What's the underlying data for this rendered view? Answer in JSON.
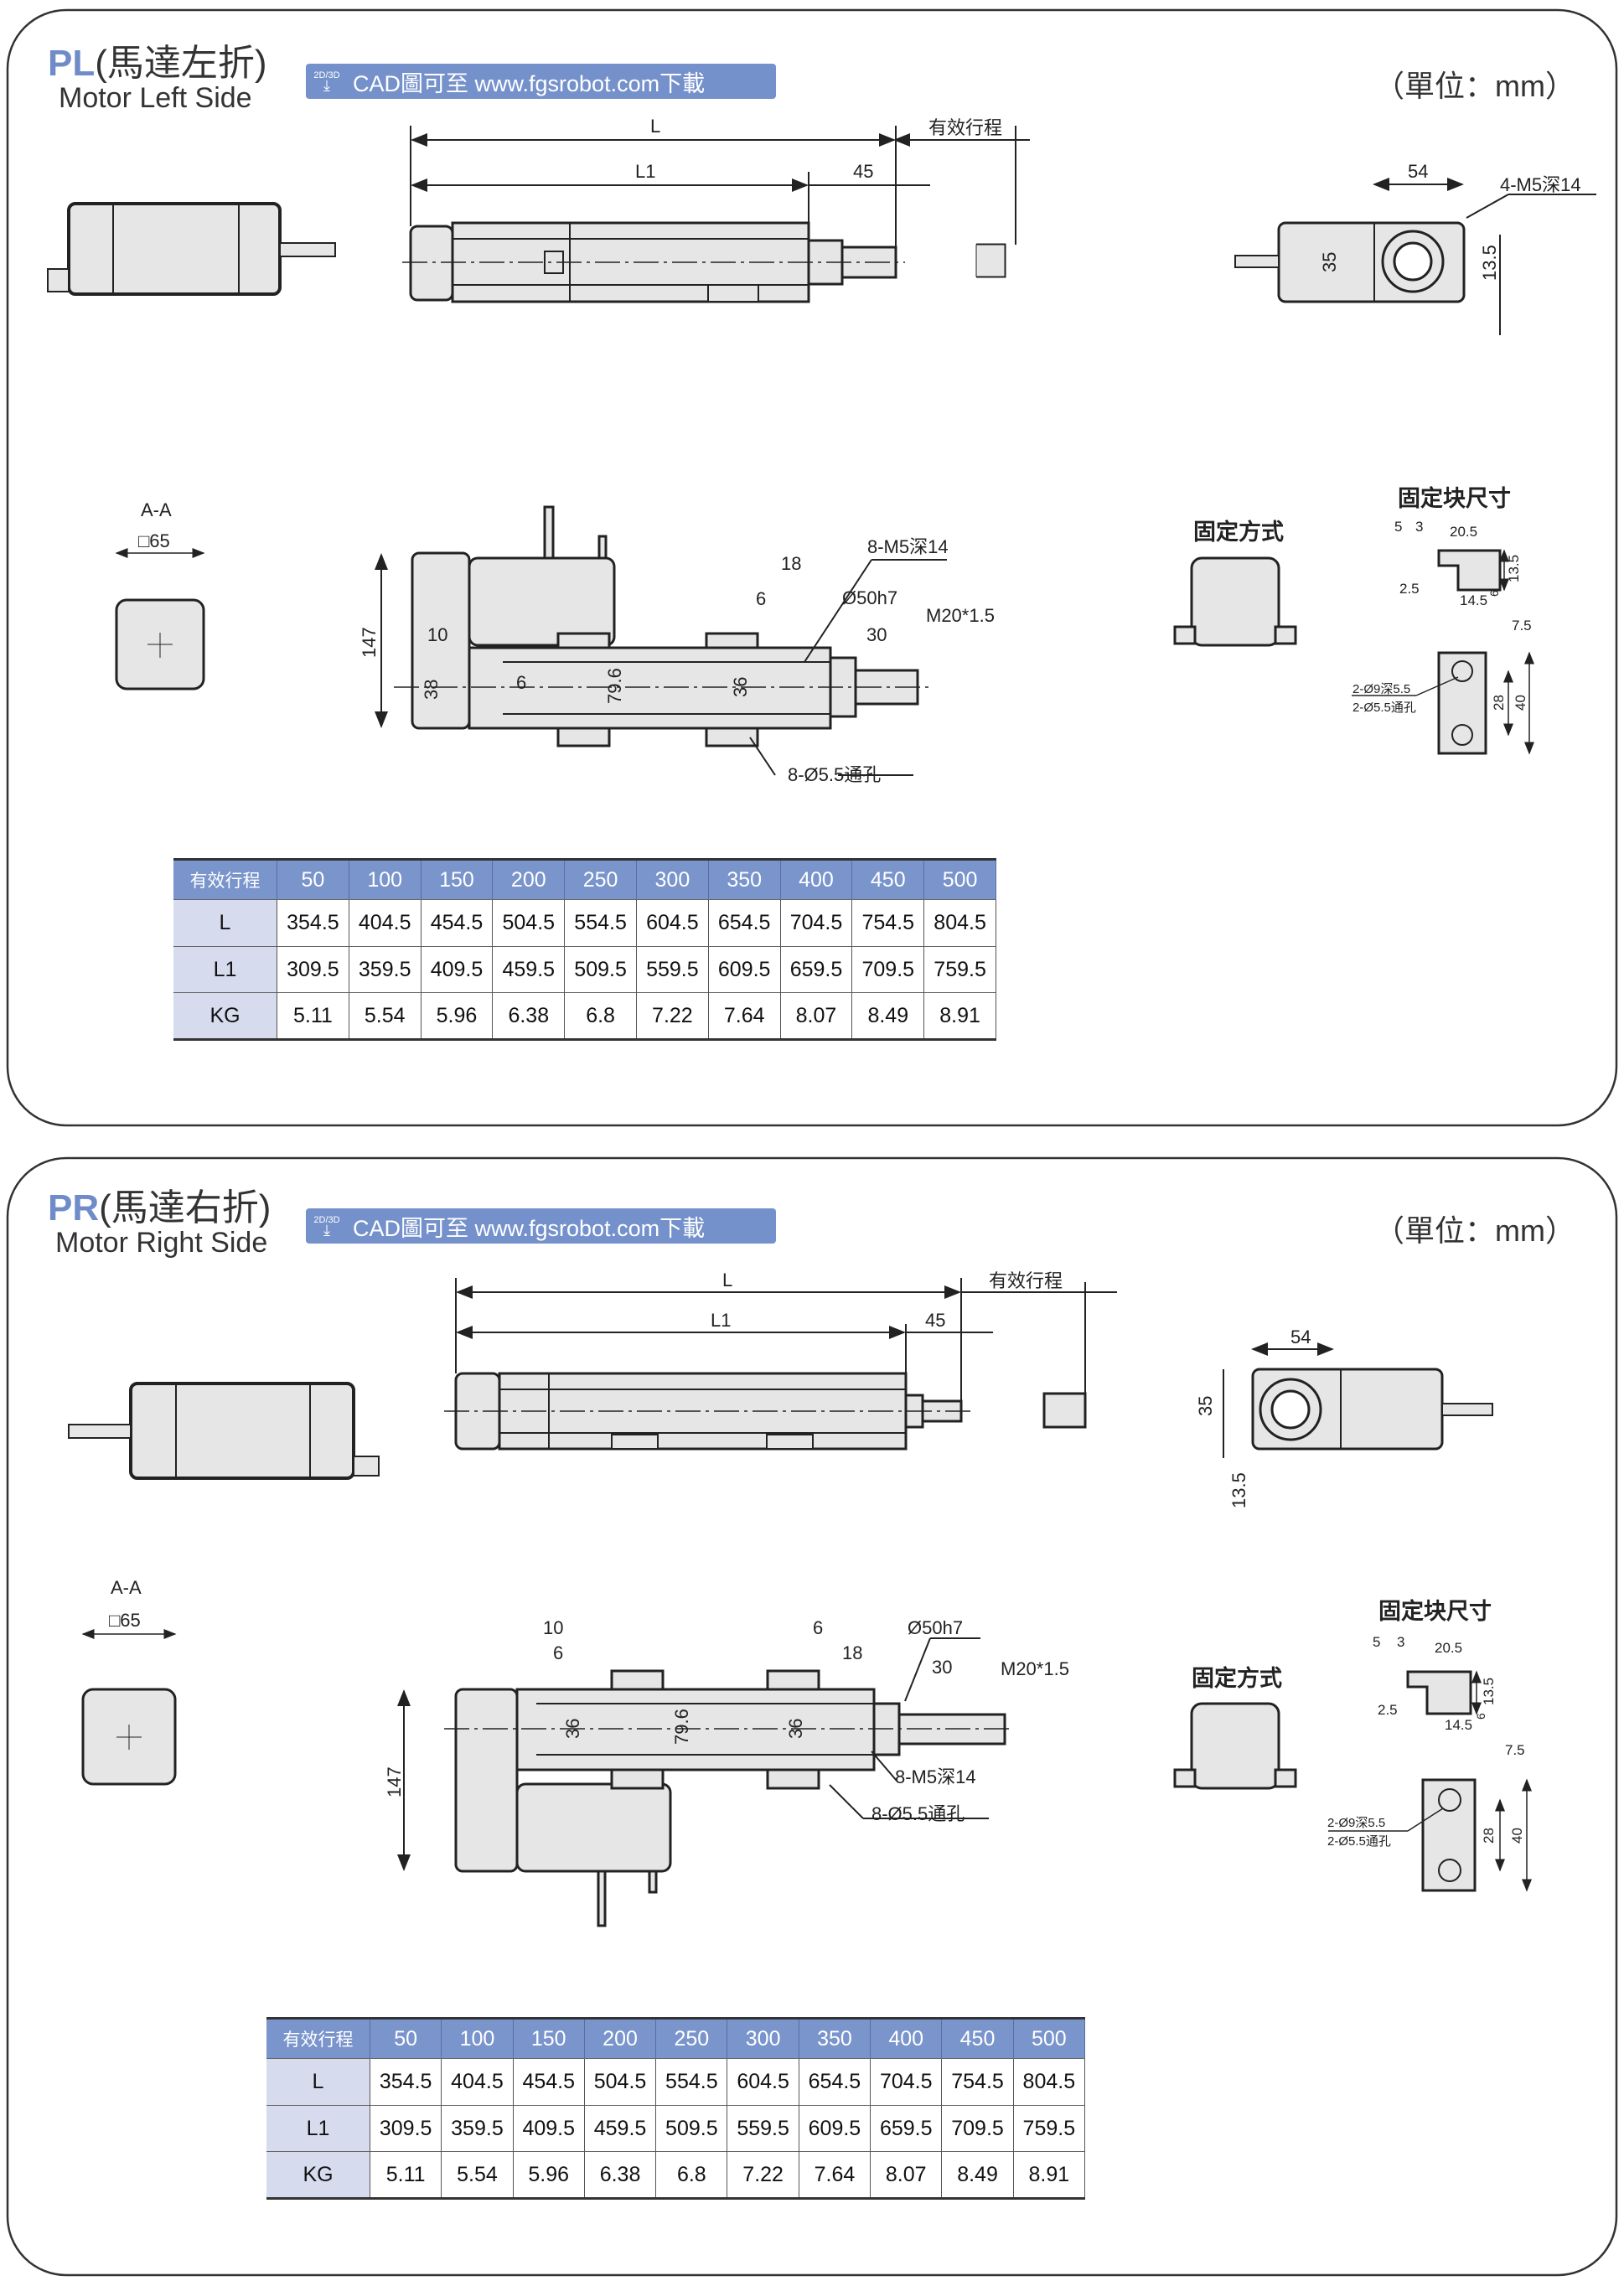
{
  "panels": [
    {
      "code": "PL",
      "title_cn": "(馬達左折)",
      "subtitle": "Motor Left Side",
      "cad_badge": "2D/3D",
      "cad_text": "CAD圖可至 www.fgsrobot.com下載",
      "units": "（單位：mm）",
      "dims": {
        "L": "L",
        "L1": "L1",
        "d45": "45",
        "stroke": "有效行程",
        "d54": "54",
        "m5_4": "4-M5深14",
        "d35": "35",
        "d13_5": "13.5",
        "section": "A-A",
        "sq65": "□65",
        "d147": "147",
        "d10": "10",
        "d38": "38",
        "d6a": "6",
        "d79_6": "79.6",
        "d36": "36",
        "d18": "18",
        "d6b": "6",
        "m5_8": "8-M5深14",
        "phi50": "Ø50h7",
        "m20": "M20*1.5",
        "d30": "30",
        "hole8": "8-Ø5.5通孔",
        "fix_method": "固定方式",
        "fix_block": "固定块尺寸",
        "b5": "5",
        "b3": "3",
        "b20_5": "20.5",
        "b13_5": "13.5",
        "b2_5": "2.5",
        "b14_5": "14.5",
        "b6": "6",
        "b7_5": "7.5",
        "b28": "28",
        "b40": "40",
        "cb1": "2-Ø9深5.5",
        "cb2": "2-Ø5.5通孔"
      },
      "table": {
        "header_label": "有效行程",
        "strokes": [
          "50",
          "100",
          "150",
          "200",
          "250",
          "300",
          "350",
          "400",
          "450",
          "500"
        ],
        "rows": [
          {
            "label": "L",
            "values": [
              "354.5",
              "404.5",
              "454.5",
              "504.5",
              "554.5",
              "604.5",
              "654.5",
              "704.5",
              "754.5",
              "804.5"
            ]
          },
          {
            "label": "L1",
            "values": [
              "309.5",
              "359.5",
              "409.5",
              "459.5",
              "509.5",
              "559.5",
              "609.5",
              "659.5",
              "709.5",
              "759.5"
            ]
          },
          {
            "label": "KG",
            "values": [
              "5.11",
              "5.54",
              "5.96",
              "6.38",
              "6.8",
              "7.22",
              "7.64",
              "8.07",
              "8.49",
              "8.91"
            ]
          }
        ]
      }
    },
    {
      "code": "PR",
      "title_cn": "(馬達右折)",
      "subtitle": "Motor Right Side",
      "cad_badge": "2D/3D",
      "cad_text": "CAD圖可至 www.fgsrobot.com下載",
      "units": "（單位：mm）",
      "dims": {
        "L": "L",
        "L1": "L1",
        "d45": "45",
        "stroke": "有效行程",
        "d54": "54",
        "d35": "35",
        "d13_5": "13.5",
        "section": "A-A",
        "sq65": "□65",
        "d147": "147",
        "d10": "10",
        "d6a": "6",
        "d36a": "36",
        "d79_6": "79.6",
        "d36b": "36",
        "d6b": "6",
        "d18": "18",
        "phi50": "Ø50h7",
        "d30": "30",
        "m20": "M20*1.5",
        "m5_8": "8-M5深14",
        "hole8": "8-Ø5.5通孔",
        "fix_method": "固定方式",
        "fix_block": "固定块尺寸",
        "b5": "5",
        "b3": "3",
        "b20_5": "20.5",
        "b13_5": "13.5",
        "b2_5": "2.5",
        "b14_5": "14.5",
        "b6": "6",
        "b7_5": "7.5",
        "b28": "28",
        "b40": "40",
        "cb1": "2-Ø9深5.5",
        "cb2": "2-Ø5.5通孔"
      },
      "table": {
        "header_label": "有效行程",
        "strokes": [
          "50",
          "100",
          "150",
          "200",
          "250",
          "300",
          "350",
          "400",
          "450",
          "500"
        ],
        "rows": [
          {
            "label": "L",
            "values": [
              "354.5",
              "404.5",
              "454.5",
              "504.5",
              "554.5",
              "604.5",
              "654.5",
              "704.5",
              "754.5",
              "804.5"
            ]
          },
          {
            "label": "L1",
            "values": [
              "309.5",
              "359.5",
              "409.5",
              "459.5",
              "509.5",
              "559.5",
              "609.5",
              "659.5",
              "709.5",
              "759.5"
            ]
          },
          {
            "label": "KG",
            "values": [
              "5.11",
              "5.54",
              "5.96",
              "6.38",
              "6.8",
              "7.22",
              "7.64",
              "8.07",
              "8.49",
              "8.91"
            ]
          }
        ]
      }
    }
  ],
  "colors": {
    "accent": "#6f8cc9",
    "table_header": "#7a94cc",
    "row_label": "#d6dcee"
  }
}
